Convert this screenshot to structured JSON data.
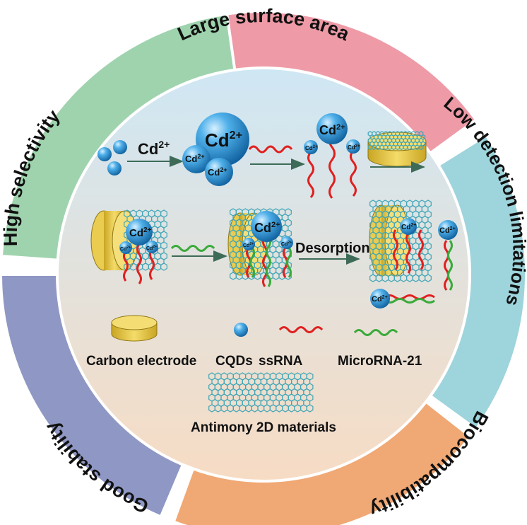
{
  "ring": {
    "segments": [
      {
        "id": "top",
        "label": "Large surface area",
        "color": "#ee9ba7"
      },
      {
        "id": "right",
        "label": "Low detection limitations",
        "color": "#9ed4dc"
      },
      {
        "id": "bottom-right",
        "label": "Biocompatibility",
        "color": "#f0a874"
      },
      {
        "id": "bottom-left",
        "label": "Good stability",
        "color": "#8f97c4"
      },
      {
        "id": "left",
        "label": "High selectivity",
        "color": "#9fd3ae"
      }
    ]
  },
  "scheme": {
    "cd_label_arrow": "Cd",
    "cd_label_arrow_sup": "2+",
    "big_sphere": "Cd",
    "big_sphere_sup": "2+",
    "sphere_small_label": "Cd",
    "sphere_small_sup": "2+",
    "desorption": "Desorption"
  },
  "legend": {
    "carbon_electrode": "Carbon electrode",
    "cqds": "CQDs",
    "ssrna": "ssRNA",
    "microrna": "MicroRNA-21",
    "antimony": "Antimony 2D materials"
  },
  "colors": {
    "sphere": "#2a8fd4",
    "electrode": "#e8c84a",
    "ssrna": "#e02020",
    "microrna": "#3aaa3a",
    "hex": "#3fa6b8",
    "center_top": "#cde6f3",
    "center_bottom": "#f6ddc6"
  }
}
